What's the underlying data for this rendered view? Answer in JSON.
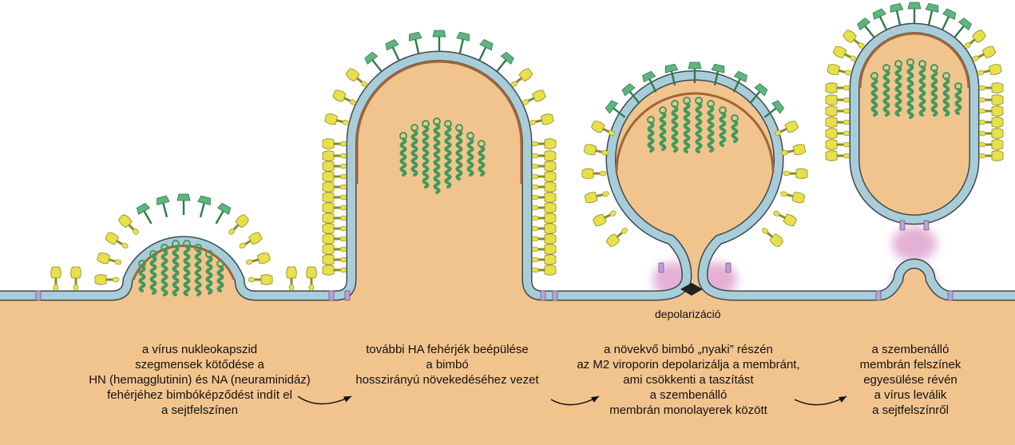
{
  "colors": {
    "cytoplasm": "#f2c48d",
    "membrane": "#a9cdd8",
    "membrane_edge": "#3b4a52",
    "inner_layer": "#a0643a",
    "ha": "#e8e04a",
    "na": "#5fb57e",
    "nucleocapsid": "#3f9a5e",
    "pink_glow": "#d98fc4"
  },
  "labels": {
    "depolarization": "depolarizáció"
  },
  "steps": [
    {
      "lines": [
        "a vírus nukleokapszid",
        "szegmensek kötődése a",
        "HN (hemagglutinin) és NA (neuraminidáz)",
        "fehérjéhez bimbóképződést indít el",
        "a sejtfelszínen"
      ]
    },
    {
      "lines": [
        "további HA fehérjék beépülése",
        "a bimbó",
        "hosszirányú növekedéséhez vezet"
      ]
    },
    {
      "lines": [
        "a növekvő bimbó „nyaki” részén",
        "az M2 viroporin depolarizálja a membránt,",
        "ami csökkenti a taszítást",
        "a szembenálló",
        "membrán monolayerek között"
      ]
    },
    {
      "lines": [
        "a szembenálló",
        "membrán felszínek",
        "egyesülése révén",
        "a vírus leválik",
        "a sejtfelszínről"
      ]
    }
  ]
}
